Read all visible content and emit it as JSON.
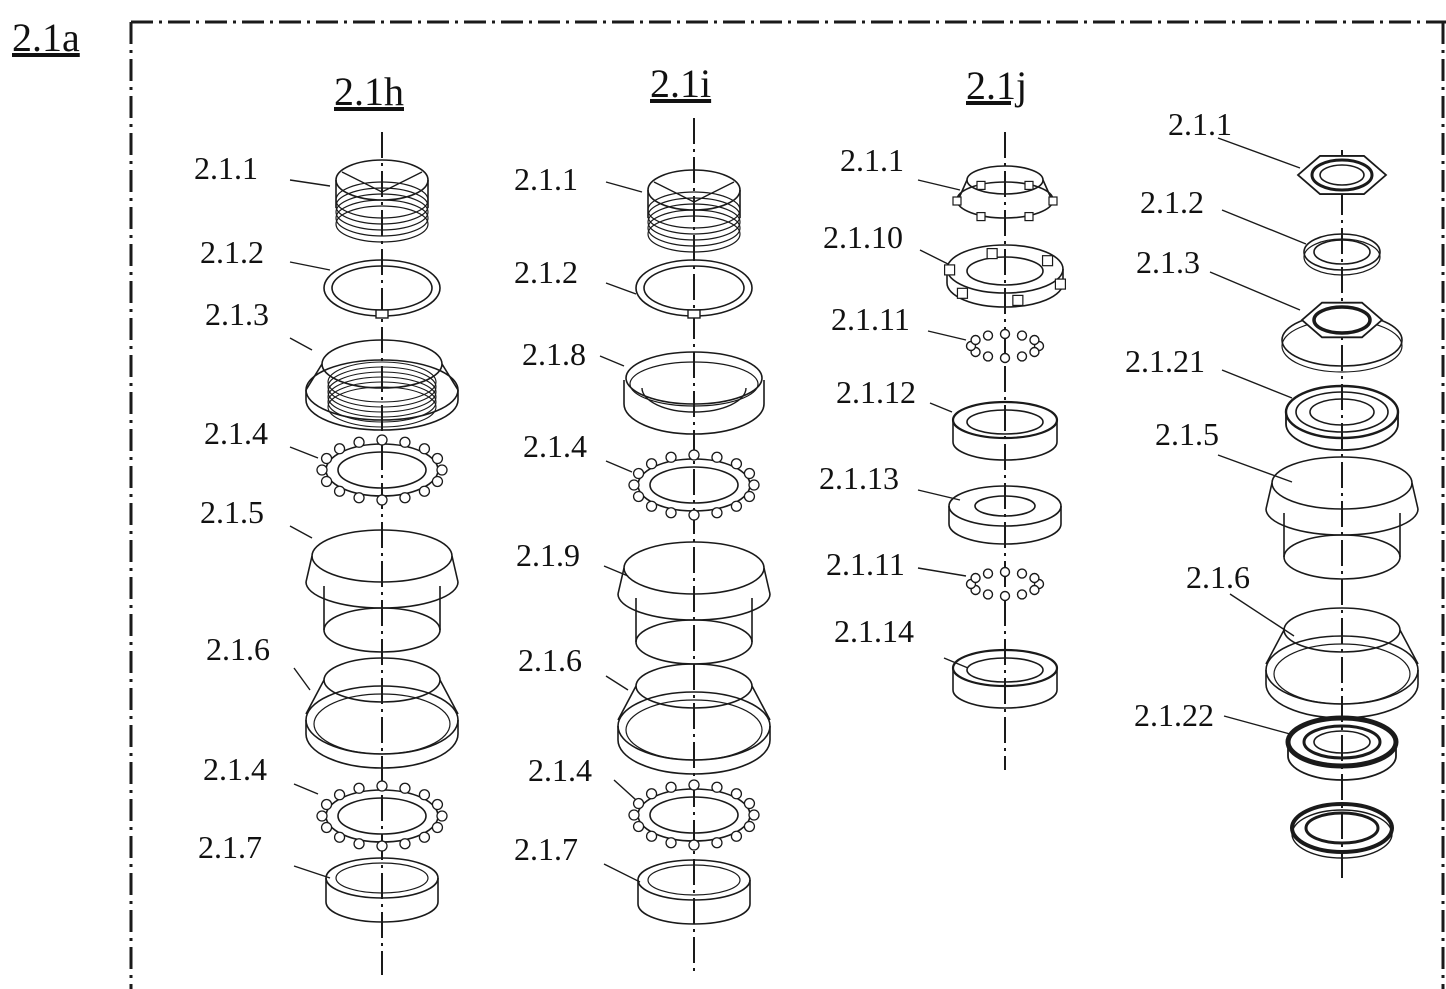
{
  "figure": {
    "main_label": "2.1a",
    "columns": [
      {
        "id": "h",
        "title": "2.1h",
        "parts": [
          {
            "label": "2.1.1",
            "kind": "threaded-nut"
          },
          {
            "label": "2.1.2",
            "kind": "keyed-washer"
          },
          {
            "label": "2.1.3",
            "kind": "threaded-cup"
          },
          {
            "label": "2.1.4",
            "kind": "ball-retainer"
          },
          {
            "label": "2.1.5",
            "kind": "frame-cup"
          },
          {
            "label": "2.1.6",
            "kind": "frame-cup-lower"
          },
          {
            "label": "2.1.4",
            "kind": "ball-retainer"
          },
          {
            "label": "2.1.7",
            "kind": "crown-race"
          }
        ]
      },
      {
        "id": "i",
        "title": "2.1i",
        "parts": [
          {
            "label": "2.1.1",
            "kind": "threaded-nut"
          },
          {
            "label": "2.1.2",
            "kind": "keyed-washer"
          },
          {
            "label": "2.1.8",
            "kind": "cone-cup"
          },
          {
            "label": "2.1.4",
            "kind": "ball-retainer"
          },
          {
            "label": "2.1.9",
            "kind": "frame-cup"
          },
          {
            "label": "2.1.6",
            "kind": "frame-cup-lower"
          },
          {
            "label": "2.1.4",
            "kind": "ball-retainer"
          },
          {
            "label": "2.1.7",
            "kind": "crown-race"
          }
        ]
      },
      {
        "id": "j",
        "title": "2.1j",
        "parts": [
          {
            "label": "2.1.1",
            "kind": "notched-nut"
          },
          {
            "label": "2.1.10",
            "kind": "notched-ring"
          },
          {
            "label": "2.1.11",
            "kind": "loose-balls"
          },
          {
            "label": "2.1.12",
            "kind": "bearing-cup"
          },
          {
            "label": "2.1.13",
            "kind": "flat-race"
          },
          {
            "label": "2.1.11",
            "kind": "loose-balls"
          },
          {
            "label": "2.1.14",
            "kind": "bearing-cup"
          }
        ]
      },
      {
        "id": "k",
        "title": "",
        "parts": [
          {
            "label": "2.1.1",
            "kind": "hex-nut"
          },
          {
            "label": "2.1.2",
            "kind": "washer"
          },
          {
            "label": "2.1.3",
            "kind": "hex-cup"
          },
          {
            "label": "2.1.21",
            "kind": "sealed-bearing"
          },
          {
            "label": "2.1.5",
            "kind": "frame-cup"
          },
          {
            "label": "2.1.6",
            "kind": "frame-cup-lower"
          },
          {
            "label": "2.1.22",
            "kind": "sealed-bearing-dark"
          },
          {
            "label": "",
            "kind": "crown-race-dark"
          }
        ]
      }
    ]
  }
}
